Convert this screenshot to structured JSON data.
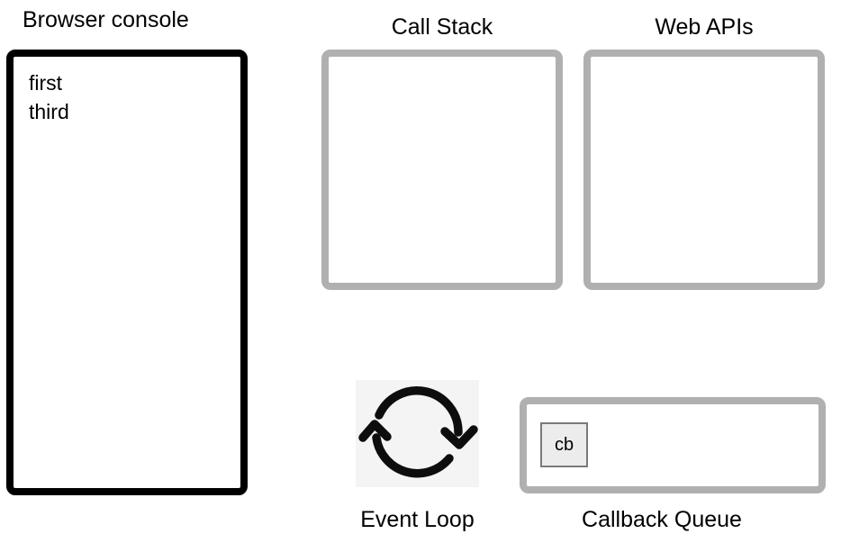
{
  "console": {
    "label": "Browser console",
    "lines": [
      "first",
      "third"
    ]
  },
  "call_stack": {
    "label": "Call Stack",
    "items": []
  },
  "web_apis": {
    "label": "Web APIs",
    "items": []
  },
  "event_loop": {
    "label": "Event Loop",
    "icon": "circular-arrows-icon"
  },
  "callback_queue": {
    "label": "Callback Queue",
    "items": [
      "cb"
    ]
  },
  "colors": {
    "panel_border_gray": "#b0b0b0",
    "console_border": "#000000",
    "icon_background": "#f4f4f4",
    "queue_item_fill": "#ececec",
    "queue_item_border": "#7a7a7a",
    "text": "#000000",
    "background": "#ffffff"
  }
}
